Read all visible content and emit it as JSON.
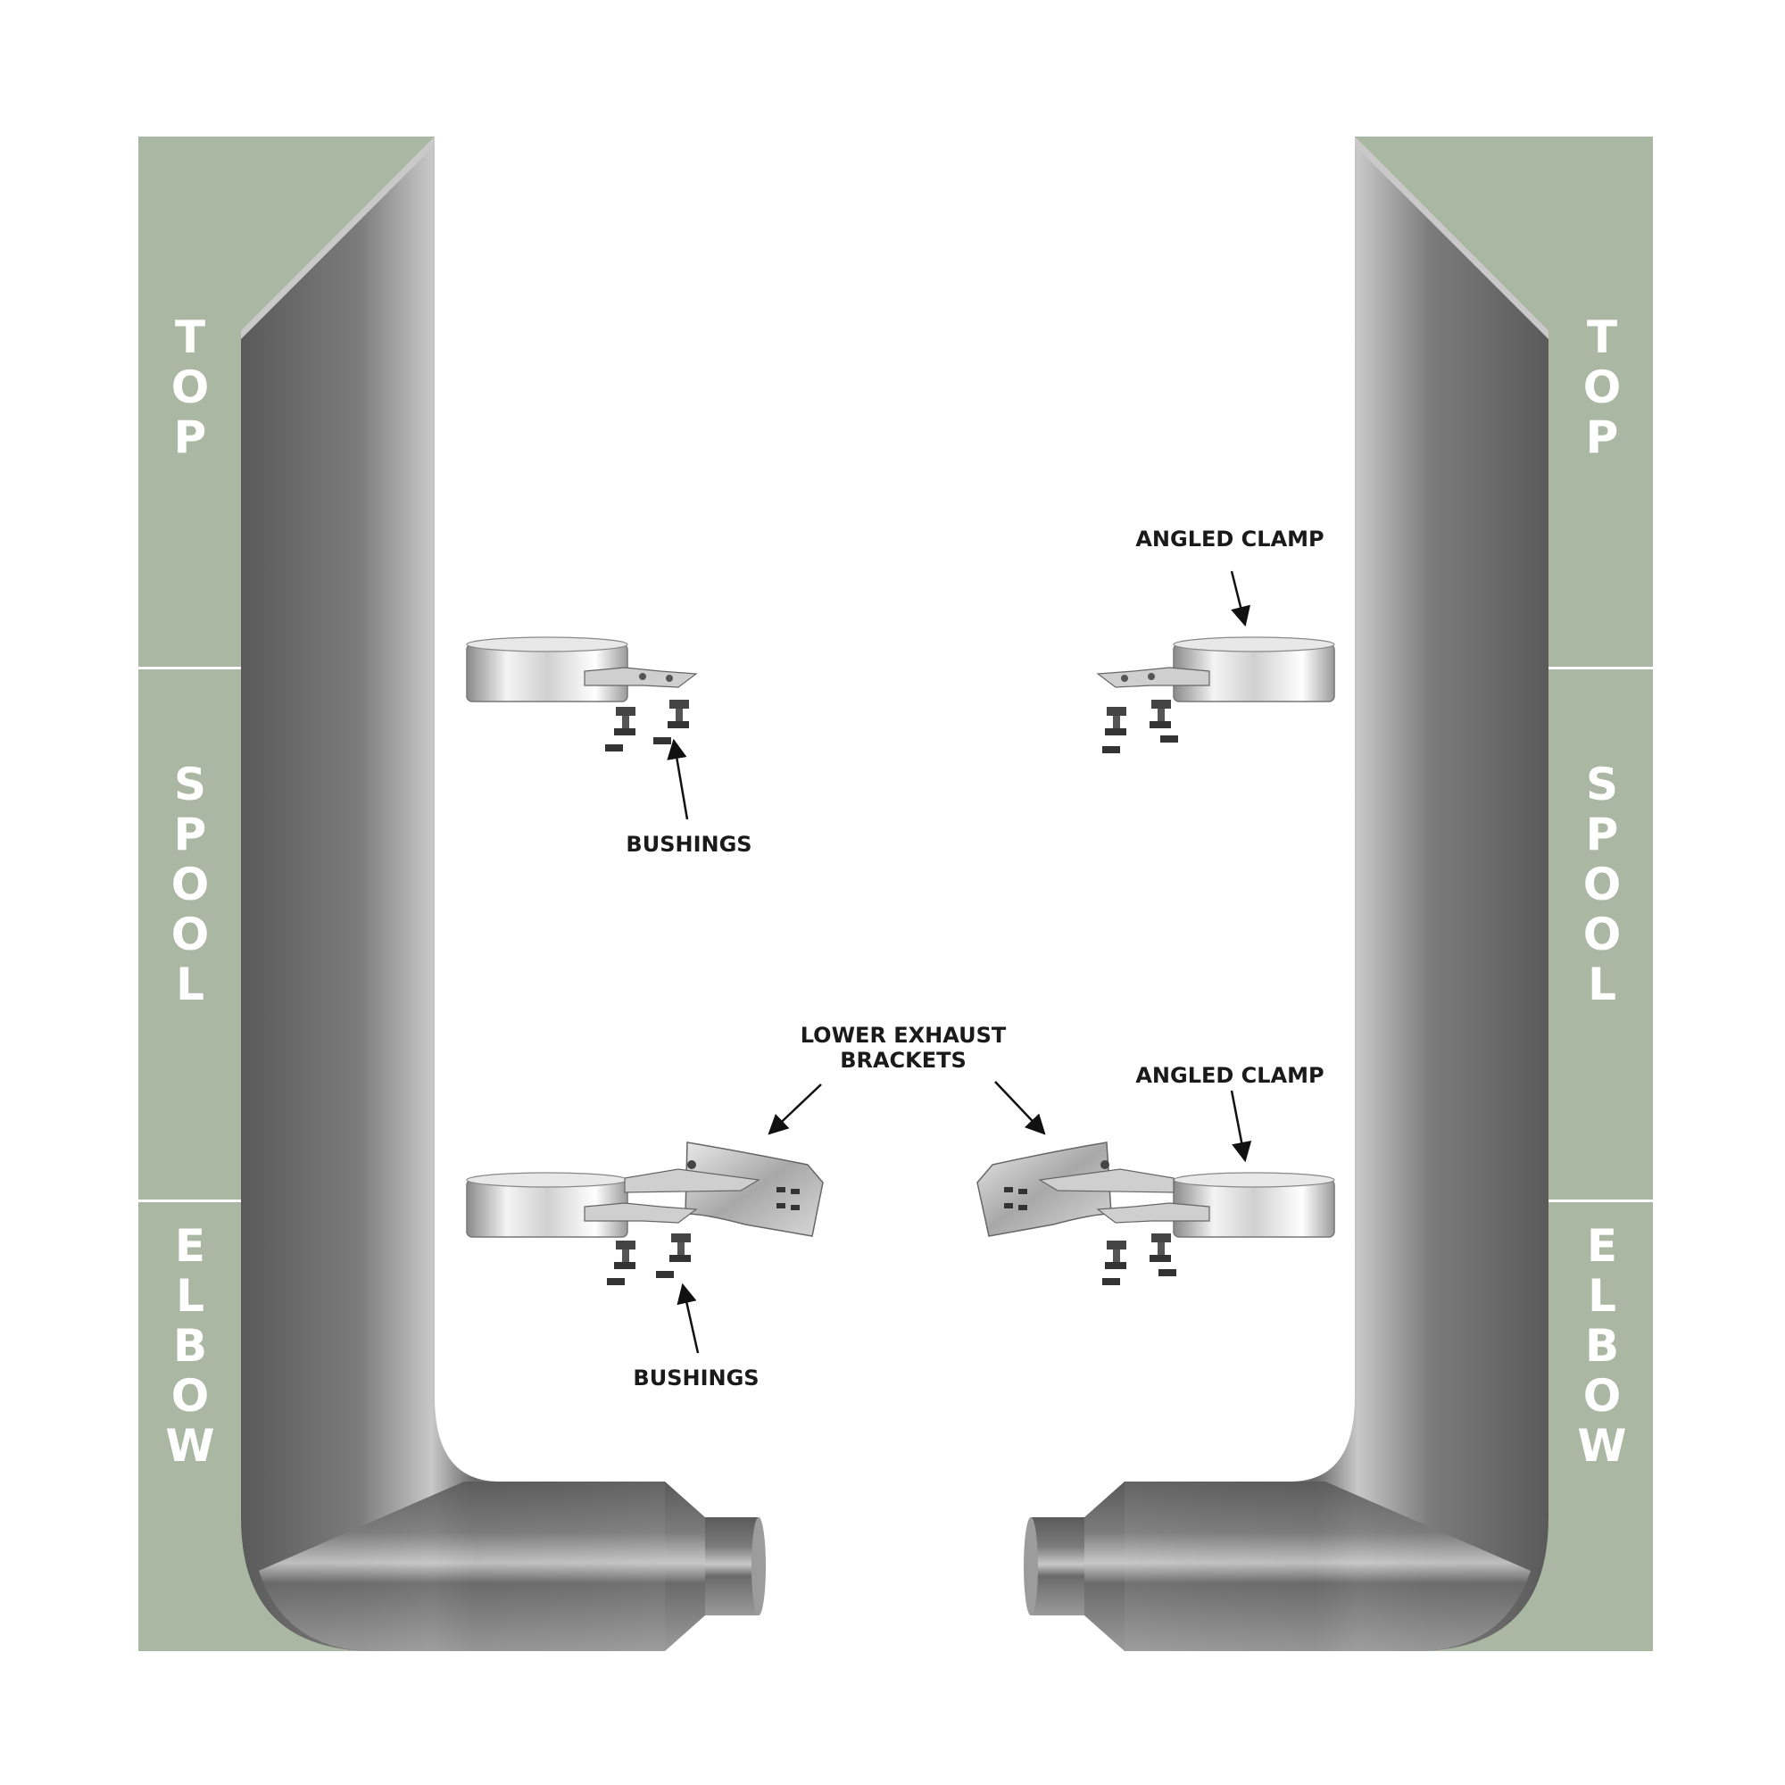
{
  "colors": {
    "panel": "#aab7a2",
    "panel_divider": "#ffffff",
    "pipe_dark": "#555555",
    "pipe_mid": "#8a8a8a",
    "pipe_light": "#c2c2c2",
    "clamp_light": "#f2f2f2",
    "text": "#1a1a1a"
  },
  "left_panel": {
    "sections": [
      {
        "name": "top",
        "label": "TOP"
      },
      {
        "name": "spool",
        "label": "SPOOL"
      },
      {
        "name": "elbow",
        "label": "ELBOW"
      }
    ]
  },
  "right_panel": {
    "sections": [
      {
        "name": "top",
        "label": "TOP"
      },
      {
        "name": "spool",
        "label": "SPOOL"
      },
      {
        "name": "elbow",
        "label": "ELBOW"
      }
    ]
  },
  "callouts": {
    "bushings_upper": "BUSHINGS",
    "bushings_lower": "BUSHINGS",
    "angled_clamp_upper": "ANGLED CLAMP",
    "angled_clamp_lower": "ANGLED CLAMP",
    "lower_exhaust_brackets_line1": "LOWER EXHAUST",
    "lower_exhaust_brackets_line2": "BRACKETS"
  },
  "icons": [
    "exhaust-pipe-icon",
    "clamp-icon",
    "bushing-icon",
    "bracket-icon",
    "arrow-icon"
  ]
}
